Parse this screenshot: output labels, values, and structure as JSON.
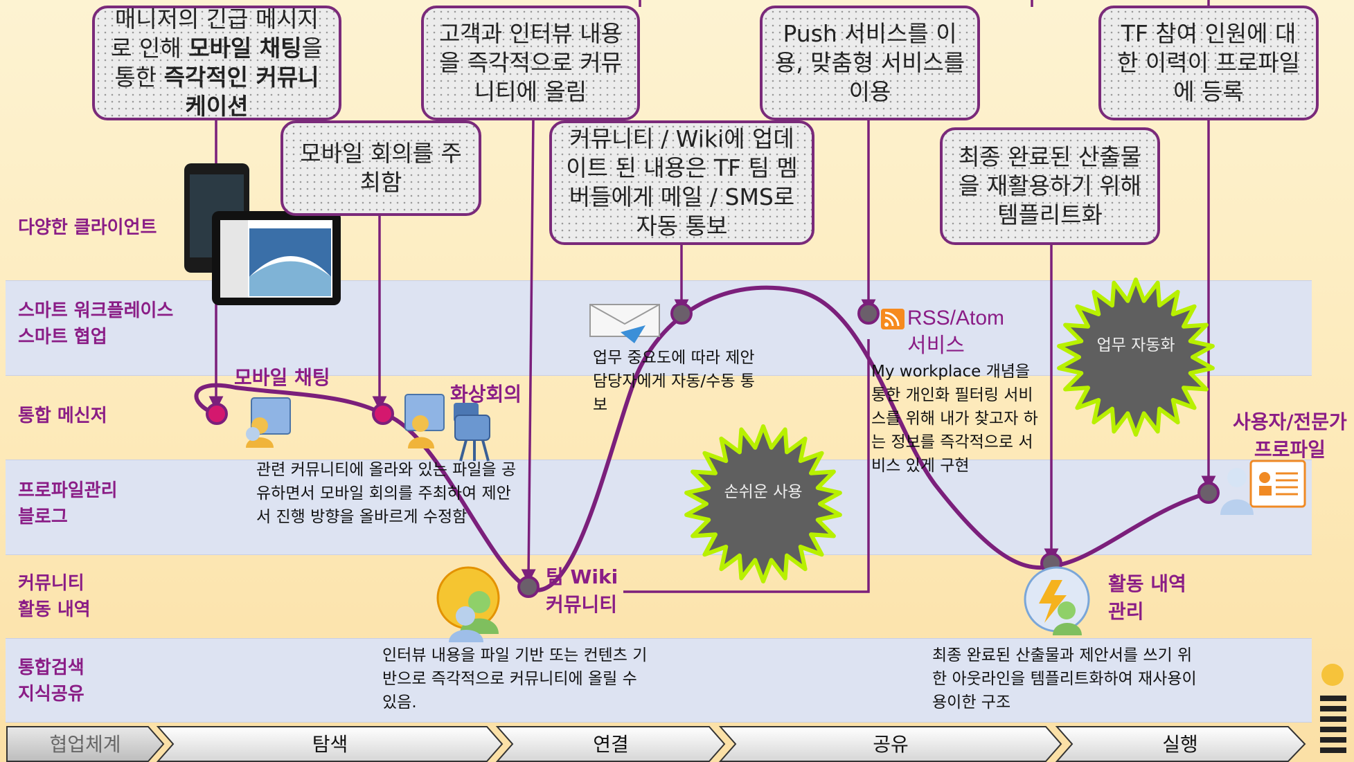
{
  "rows": [
    {
      "label_lines": [
        "다양한 클라이언트"
      ]
    },
    {
      "label_lines": [
        "스마트 워크플레이스",
        "스마트 협업"
      ]
    },
    {
      "label_lines": [
        "통합 메신저"
      ]
    },
    {
      "label_lines": [
        "프로파일관리",
        "블로그"
      ]
    },
    {
      "label_lines": [
        "커뮤니티",
        "활동 내역"
      ]
    },
    {
      "label_lines": [
        "통합검색",
        "지식공유"
      ]
    }
  ],
  "callouts": {
    "c1": {
      "pre": "매니저의 긴급 메시지로 인해 ",
      "b1": "모바일 채팅",
      "mid": "을 통한 ",
      "b2": "즉각적인 커뮤니케이션"
    },
    "c2": "모바일 회의를 주최함",
    "c3": "고객과 인터뷰 내용을 즉각적으로 커뮤니티에 올림",
    "c4": "커뮤니티 / Wiki에 업데이트 된 내용은 TF 팀 멤버들에게 메일 / SMS로 자동 통보",
    "c5": "Push 서비스를 이용, 맞춤형 서비스를 이용",
    "c6": "최종 완료된 산출물을 재활용하기 위해 템플리트화",
    "c7": "TF 참여 인원에 대한 이력이 프로파일에 등록"
  },
  "labels": {
    "mobile_chat": "모바일 채팅",
    "video_conf": "화상회의",
    "team_wiki": "팀 Wiki",
    "team_wiki2": "커뮤니티",
    "rss": "RSS/Atom",
    "rss2": "서비스",
    "activity": "활동 내역",
    "activity2": "관리",
    "profile": "사용자/전문가",
    "profile2": "프로파일"
  },
  "notes": {
    "n1": "관련 커뮤니티에  올라와 있는 파일을 공유하면서 모바일 회의를 주최하여 제안서 진행 방향을 올바르게 수정함",
    "n2": "업무 중요도에 따라 제안 담당자에게 자동/수동 통보",
    "n3": "My workplace 개념을 통한 개인화 필터링 서비스를 위해 내가 찾고자 하는 정보를 즉각적으로 서비스 있게 구현",
    "n4": "인터뷰 내용을 파일 기반 또는 컨텐츠 기반으로 즉각적으로 커뮤니티에 올릴 수 있음.",
    "n5": "최종 완료된 산출물과 제안서를 쓰기 위한 아웃라인을 템플리트화하여 재사용이 용이한 구조"
  },
  "stars": {
    "s1": "손쉬운 사용",
    "s2": "업무 자동화"
  },
  "phases": [
    "협업체계",
    "탐색",
    "연결",
    "공유",
    "실행"
  ],
  "colors": {
    "curve": "#7b1f7b",
    "label": "#8a1d86",
    "band": "#dde3f2",
    "star_fill": "#5f5f5f",
    "star_edge": "#b8f000"
  }
}
